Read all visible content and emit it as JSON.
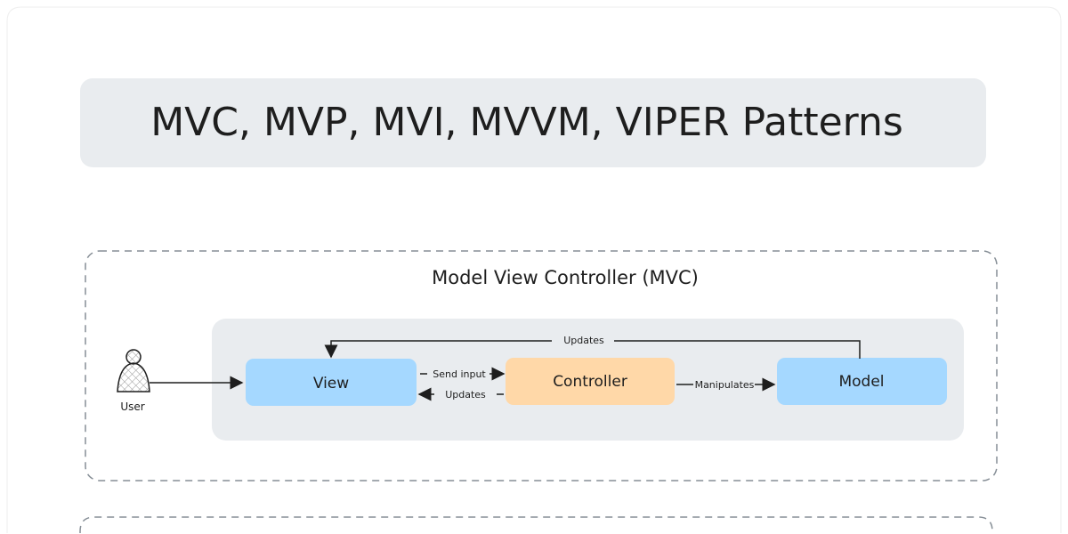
{
  "title": "MVC, MVP, MVI, MVVM, VIPER Patterns",
  "mvc": {
    "heading": "Model View Controller (MVC)",
    "actor": "User",
    "nodes": {
      "view": "View",
      "controller": "Controller",
      "model": "Model"
    },
    "edges": {
      "model_to_view": "Updates",
      "view_to_controller": "Send input",
      "controller_to_view": "Updates",
      "controller_to_model": "Manipulates"
    }
  },
  "colors": {
    "title_bg": "#e9ecef",
    "group_bg": "#e9ecef",
    "view": "#a5d8ff",
    "controller": "#ffd8a8",
    "model": "#a5d8ff",
    "stroke": "#1e1e1e",
    "dashed": "#868e96"
  }
}
